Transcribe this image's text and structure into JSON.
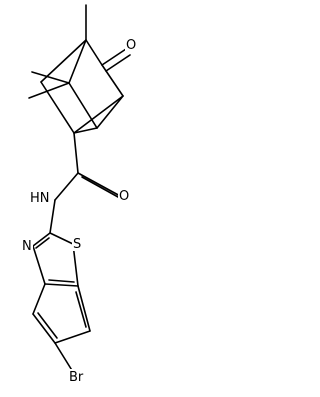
{
  "molecule": {
    "atom_labels": {
      "carbonyl_oxygen_ketone": "O",
      "carbonyl_oxygen_amide": "O",
      "amide_nh": "HN",
      "thiazole_nitrogen": "N",
      "thiazole_sulfur": "S",
      "bromine": "Br"
    }
  }
}
